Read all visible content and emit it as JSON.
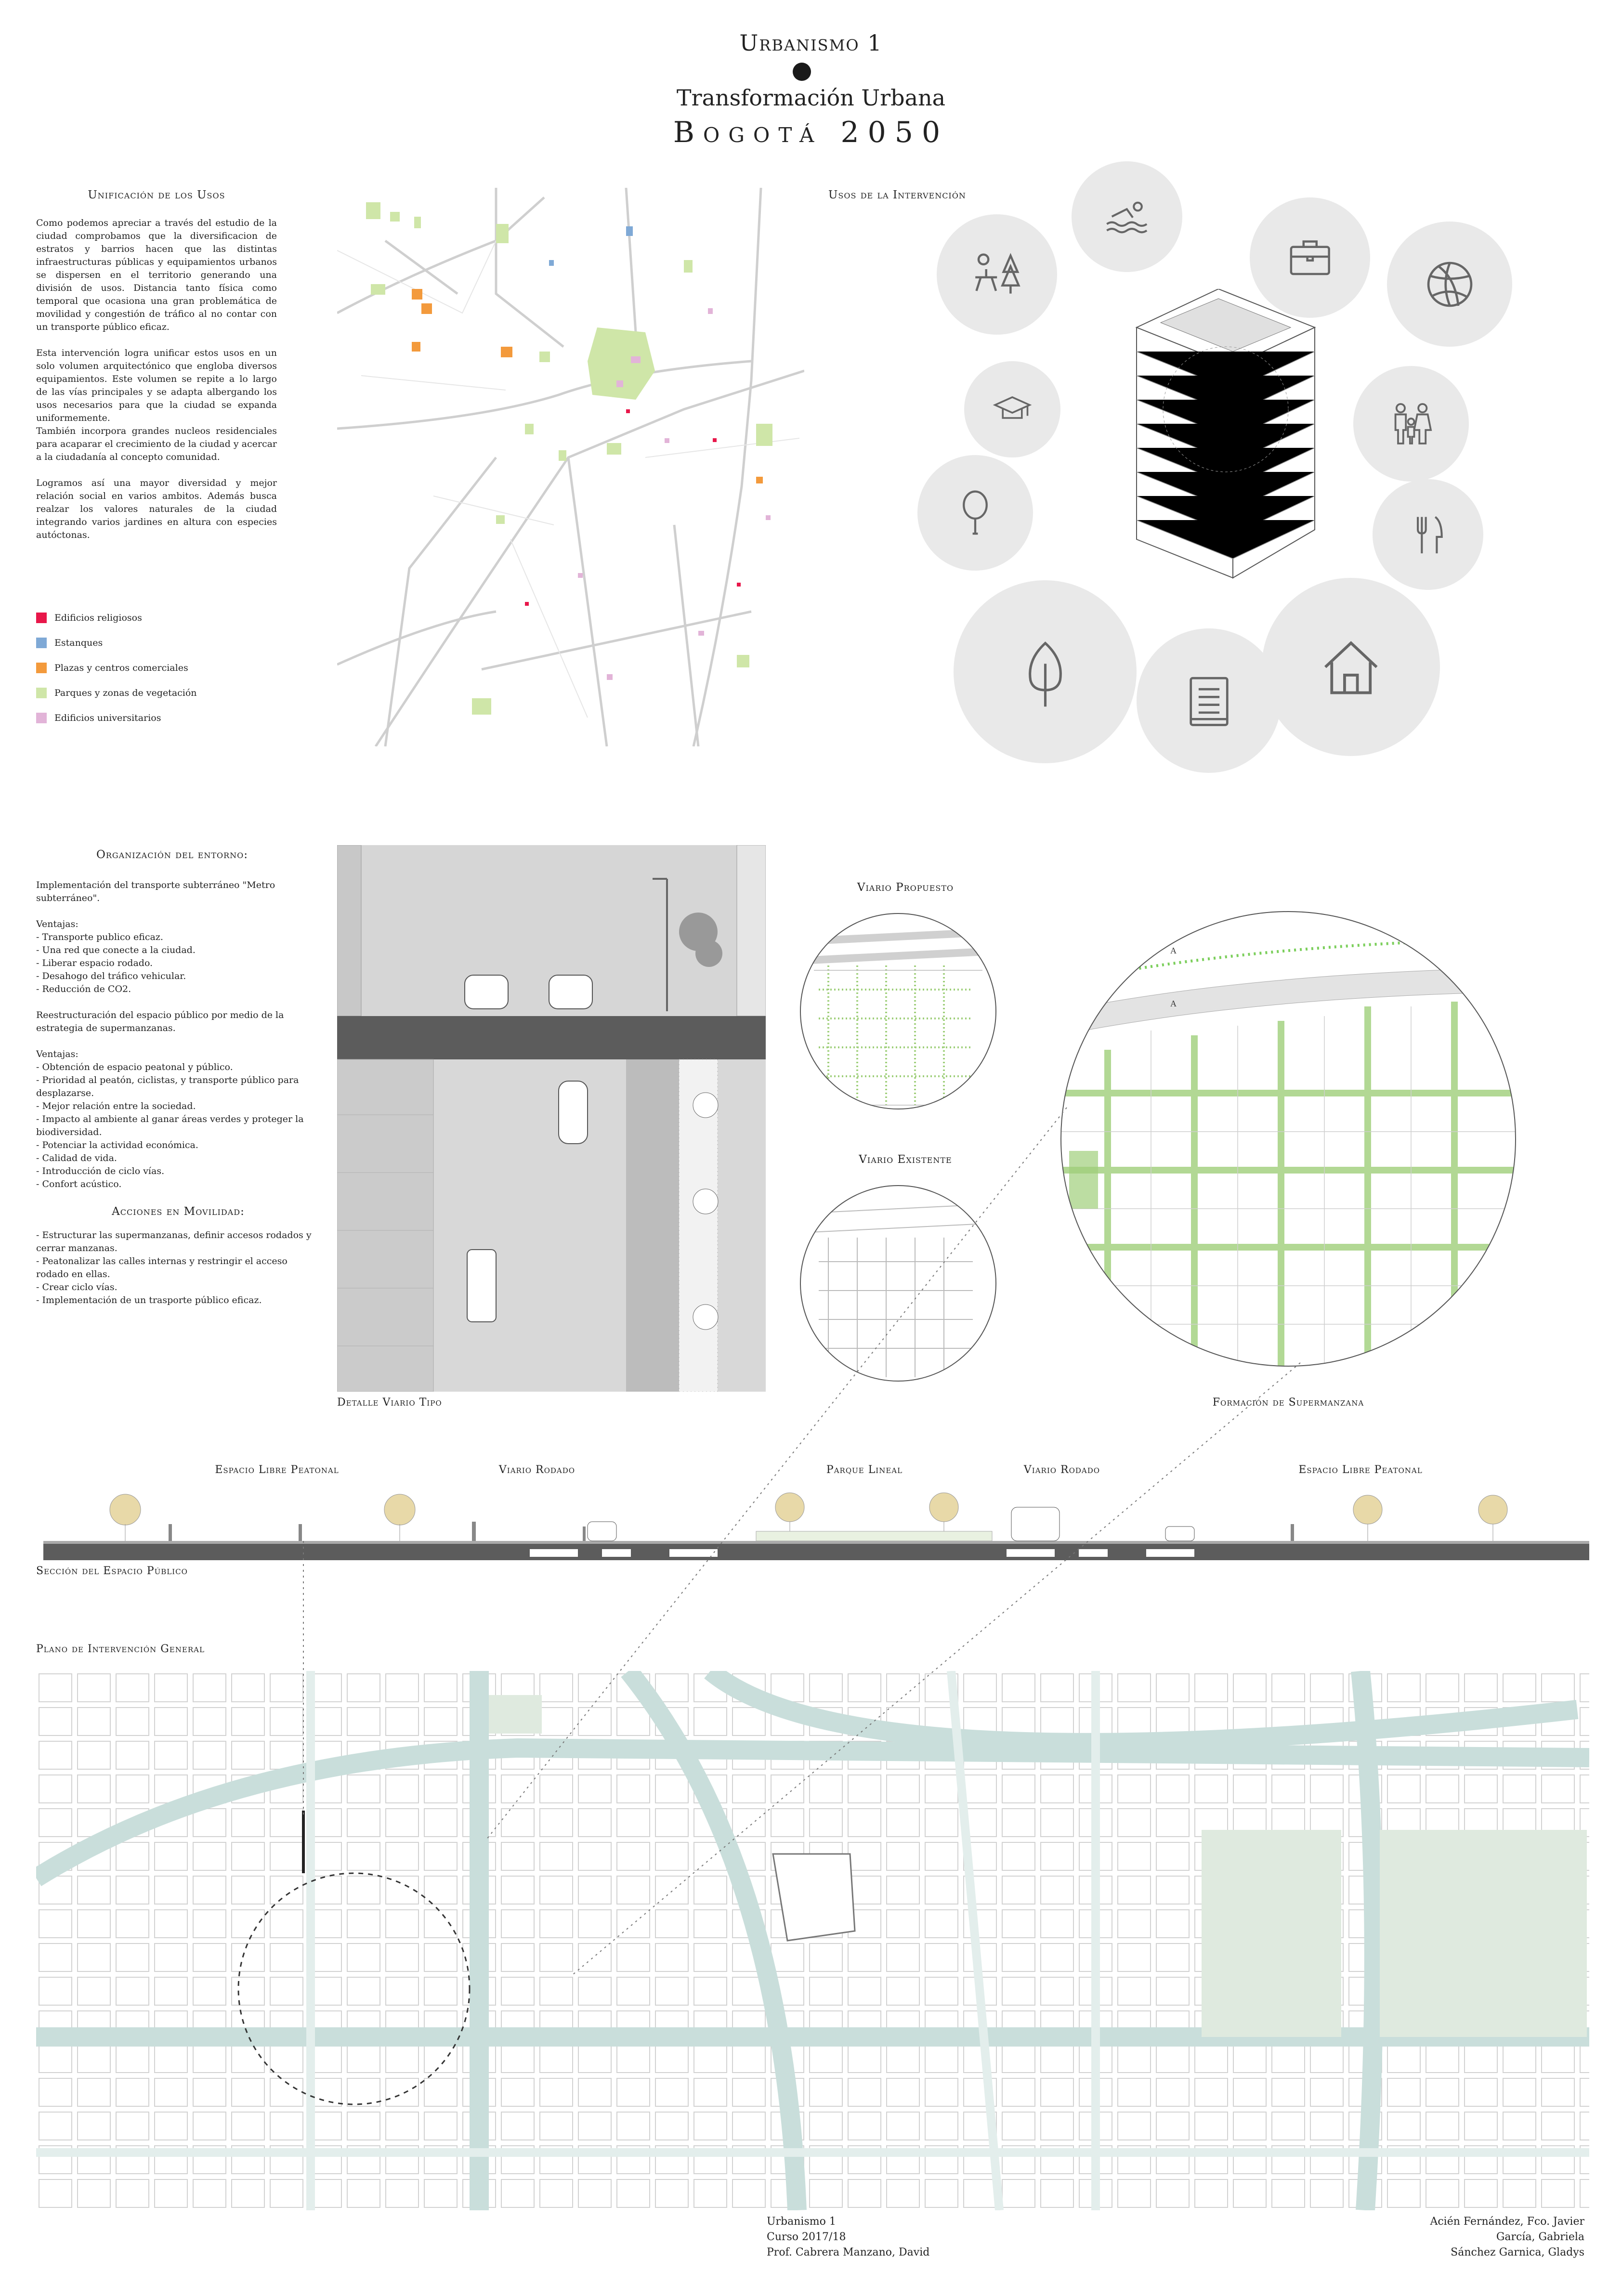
{
  "header": {
    "course": "Urbanismo 1",
    "subtitle": "Transformación Urbana",
    "city": "Bogotá 2050"
  },
  "unificacion": {
    "heading": "Unificación de los Usos",
    "p1": "Como podemos apreciar a través del estudio de la ciudad comprobamos que la diversificacion de estratos y barrios hacen que las distintas infraestructuras públicas y equipamientos urbanos se dispersen en el territorio generando una división de usos. Distancia tanto física como temporal que ocasiona una gran problemática de movilidad y congestión de tráfico al no contar con un transporte público eficaz.",
    "p2": "Esta intervención logra unificar estos usos en un solo volumen arquitectónico que engloba diversos equipamientos. Este volumen se repite a lo largo de las vías principales y se adapta albergando los usos necesarios para que la ciudad se expanda uniformemente.",
    "p3": "También incorpora grandes nucleos residenciales para acaparar el crecimiento de la ciudad y acercar a la ciudadanía al concepto comunidad.",
    "p4": "Logramos así una mayor diversidad y mejor relación social en varios ambitos. Además busca realzar los valores naturales de la ciudad integrando varios jardines en altura con especies autóctonas.",
    "legend": [
      {
        "label": "Edificios religiosos",
        "color": "#e8174a"
      },
      {
        "label": "Estanques",
        "color": "#7fa9d6"
      },
      {
        "label": "Plazas y centros comerciales",
        "color": "#f39a3c"
      },
      {
        "label": "Parques y zonas de vegetación",
        "color": "#cfe6a8"
      },
      {
        "label": "Edificios universitarios",
        "color": "#e2b4d8"
      }
    ]
  },
  "usos": {
    "heading": "Usos de la Intervención",
    "icons": [
      "picnic-icon",
      "swimming-icon",
      "briefcase-icon",
      "basketball-icon",
      "graduation-cap-icon",
      "family-icon",
      "tennis-racket-icon",
      "cutlery-icon",
      "tree-icon",
      "book-icon",
      "house-icon"
    ]
  },
  "organizacion": {
    "heading": "Organización del entorno:",
    "intro": "Implementación del transporte subterráneo \"Metro subterráneo\".",
    "ventajas1_title": "Ventajas:",
    "ventajas1": [
      "- Transporte publico eficaz.",
      "- Una red que conecte a la ciudad.",
      "- Liberar espacio rodado.",
      "- Desahogo del tráfico vehicular.",
      "- Reducción de CO2."
    ],
    "restructuracion": "Reestructuración del espacio público por medio de la estrategia de supermanzanas.",
    "ventajas2_title": "Ventajas:",
    "ventajas2": [
      "- Obtención de espacio peatonal y público.",
      "- Prioridad al peatón, ciclistas, y transporte público para desplazarse.",
      "- Mejor relación entre la sociedad.",
      "- Impacto al ambiente al ganar áreas verdes y proteger la biodiversidad.",
      "- Potenciar la actividad económica.",
      "- Calidad de vida.",
      "- Introducción de ciclo vías.",
      "- Confort acústico."
    ],
    "acciones_heading": "Acciones en Movilidad:",
    "acciones": [
      "- Estructurar las supermanzanas, definir accesos rodados y cerrar manzanas.",
      "- Peatonalizar las calles internas y restringir el acceso rodado en ellas.",
      "- Crear ciclo vías.",
      "- Implementación de un trasporte público eficaz."
    ]
  },
  "labels": {
    "detalle": "Detalle Viario Tipo",
    "propuesto": "Viario Propuesto",
    "existente": "Viario Existente",
    "supermanzana": "Formación de Supermanzana",
    "seccion": "Sección del Espacio Público",
    "plano": "Plano de Intervención General",
    "a1": "A",
    "a2": "A"
  },
  "section_labels": [
    "Espacio Libre Peatonal",
    "Viario Rodado",
    "Parque Lineal",
    "Viario Rodado",
    "Espacio Libre Peatonal"
  ],
  "credits": {
    "left": [
      "Urbanismo 1",
      "Curso 2017/18",
      "Prof. Cabrera Manzano, David"
    ],
    "right": [
      "Acién Fernández, Fco. Javier",
      "García, Gabriela",
      "Sánchez Garnica, Gladys"
    ]
  }
}
